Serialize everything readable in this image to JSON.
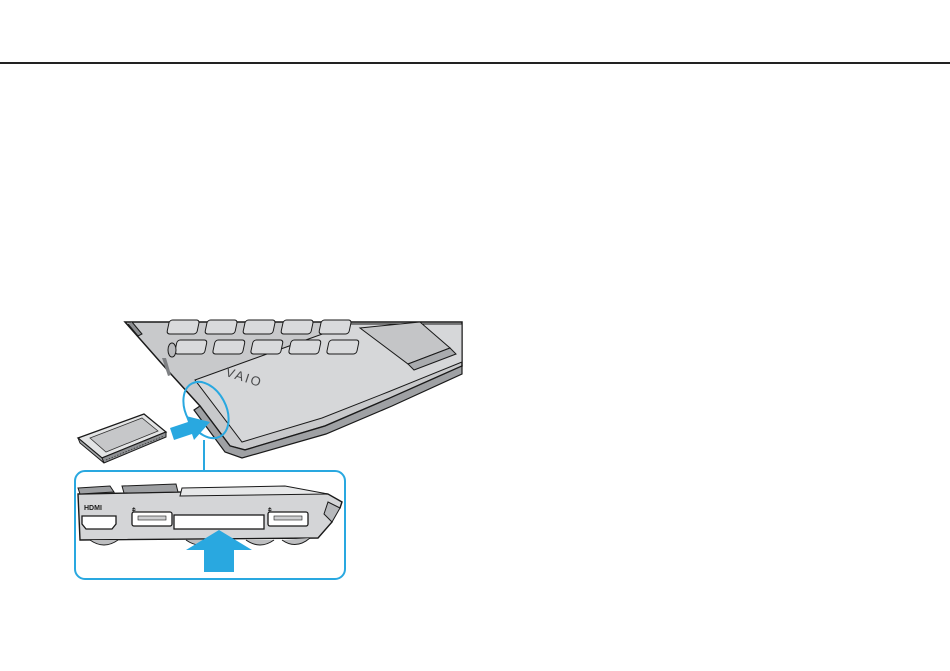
{
  "header": {},
  "illustration": {
    "logo_text": "VAIO",
    "hdmi_port_label": "HDMI",
    "usb_symbol": "usb-symbol",
    "arrow_color": "#29a8e0",
    "callout_color": "#29a8e0",
    "laptop_color": "#c8c9cb",
    "outline_color": "#1a1a1a"
  }
}
